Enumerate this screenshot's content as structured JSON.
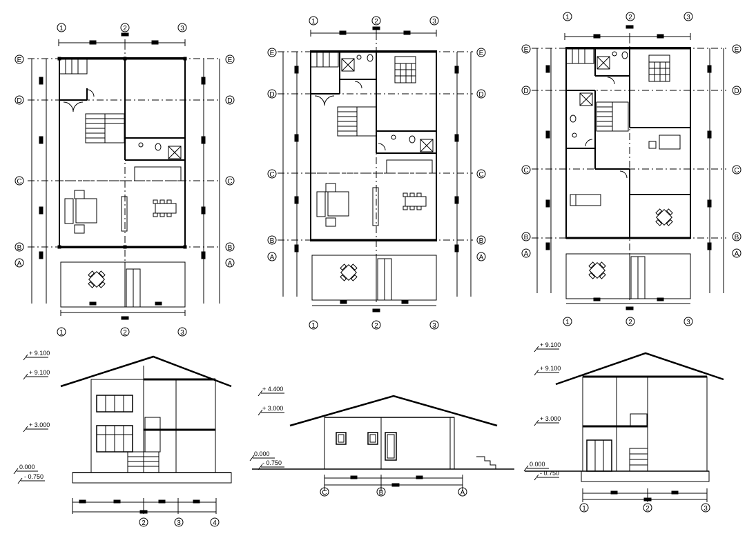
{
  "grid_numbers": [
    "1",
    "2",
    "3"
  ],
  "grid_letters": [
    "A",
    "B",
    "C",
    "D",
    "E"
  ],
  "grid_section_letters": [
    "C",
    "B",
    "A"
  ],
  "grid_elev_numbers": [
    "2",
    "3",
    "4"
  ],
  "elev_left": [
    "+ 9.100",
    "+ 9.100",
    "+ 3.000",
    "0.000",
    "- 0.750"
  ],
  "elev_center": [
    "+ 4.400",
    "+ 3.000",
    "0.000",
    "- 0.750"
  ],
  "elev_right": [
    "+ 9.100",
    "+ 9.100",
    "+ 3.000",
    "0.000",
    "- 0.750"
  ],
  "colors": {
    "line": "#000000",
    "background": "#ffffff"
  }
}
